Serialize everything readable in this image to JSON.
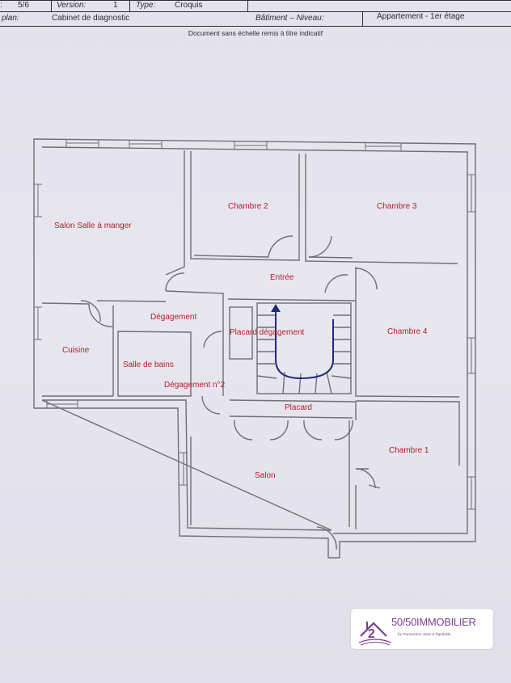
{
  "header": {
    "page": "5/6",
    "version_label": "Version:",
    "version": "1",
    "type_label": "Type:",
    "type": "Croquis",
    "plan_label": "plan:",
    "plan": "Cabinet de diagnostic",
    "batiment_label": "Bâtiment – Niveau:",
    "batiment": "Appartement - 1er étage",
    "note": "Document sans échelle remis à titre indicatif"
  },
  "rooms": {
    "salon_sam": "Salon   Salle à manger",
    "chambre2": "Chambre 2",
    "chambre3": "Chambre 3",
    "entree": "Entrée",
    "degagement": "Dégagement",
    "placard_degagement": "Placard dégagement",
    "chambre4": "Chambre 4",
    "cuisine": "Cuisine",
    "salle_de_bains": "Salle de bains",
    "degagement2": "Dégagement n°2",
    "placard": "Placard",
    "salon": "Salon",
    "chambre1": "Chambre 1"
  },
  "colors": {
    "paper": "#e6e4ed",
    "wall": "#6f6f78",
    "label": "#b51e2a",
    "stair_arrow": "#1f2a78",
    "logo": "#7a3e8a"
  },
  "logo": {
    "name": "50/50IMMOBILIER",
    "tagline": "by Transaction Juste & Équitable"
  }
}
